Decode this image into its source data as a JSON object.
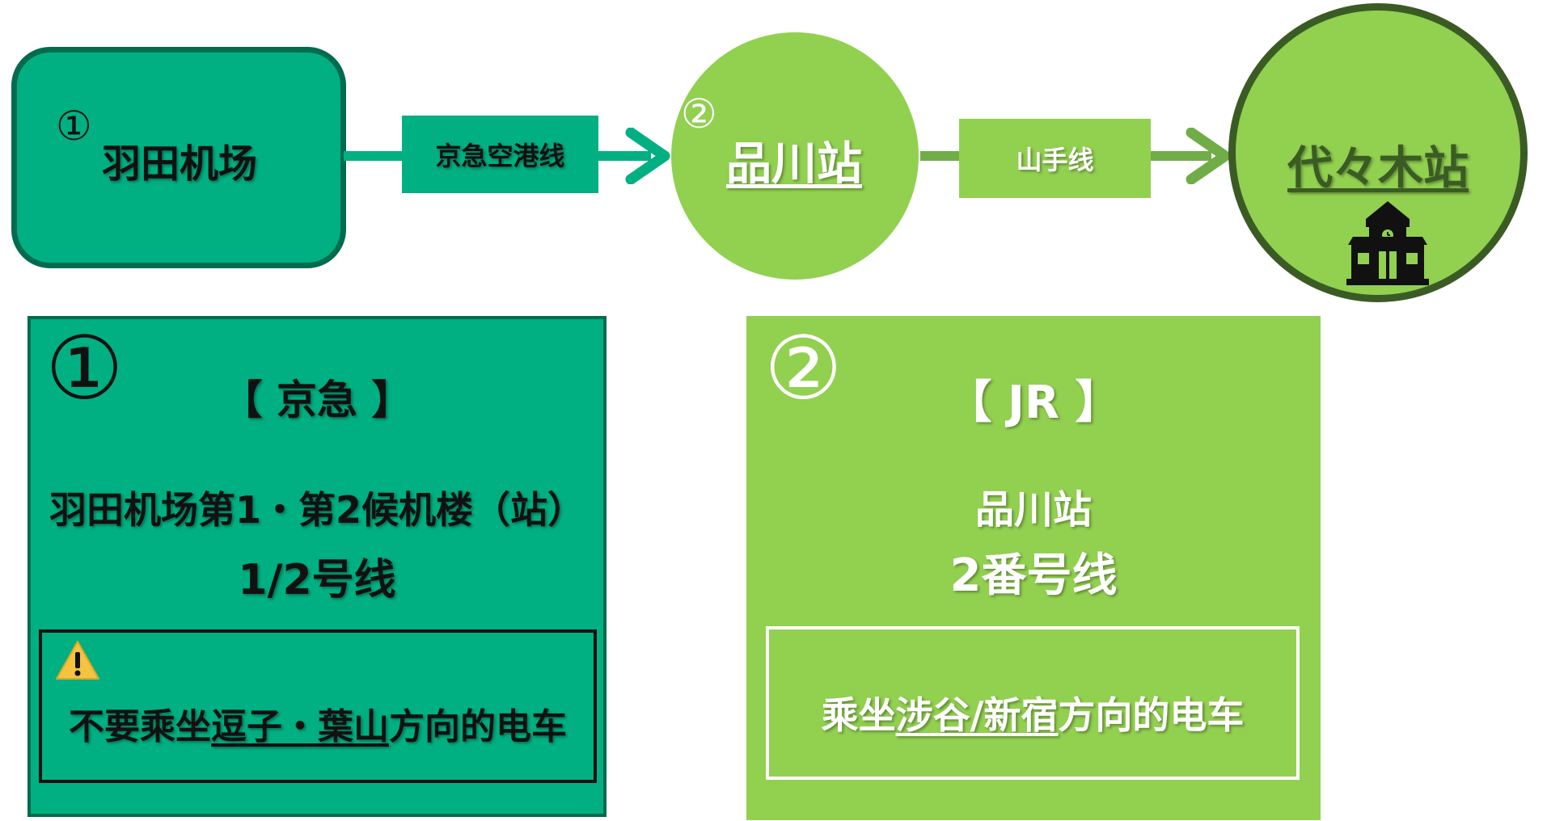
{
  "colors": {
    "keikyu_green": "#00b082",
    "keikyu_border": "#006b4e",
    "jr_green": "#92d050",
    "yoyogi_border": "#3a5c24"
  },
  "nodes": {
    "haneda": {
      "number": "①",
      "label": "羽田机场"
    },
    "shinagawa": {
      "number": "②",
      "label": "品川站"
    },
    "yoyogi": {
      "label": "代々木站",
      "icon": "school-building-icon"
    }
  },
  "edges": {
    "keikyu": {
      "label": "京急空港线"
    },
    "yamanote": {
      "label": "山手线"
    }
  },
  "panels": {
    "keikyu": {
      "number": "①",
      "title": "【 京急 】",
      "station": "羽田机场第1・第2候机楼（站）",
      "platform": "1/2号线",
      "warning": {
        "icon": "warning-icon",
        "prefix": "不要乘坐",
        "direction": "逗子・葉山",
        "suffix": "方向的电车"
      }
    },
    "jr": {
      "number": "②",
      "title": "【 JR 】",
      "station": "品川站",
      "platform": "2番号线",
      "instruction": {
        "prefix": "乘坐",
        "direction": "涉谷/新宿",
        "suffix": "方向的电车"
      }
    }
  }
}
